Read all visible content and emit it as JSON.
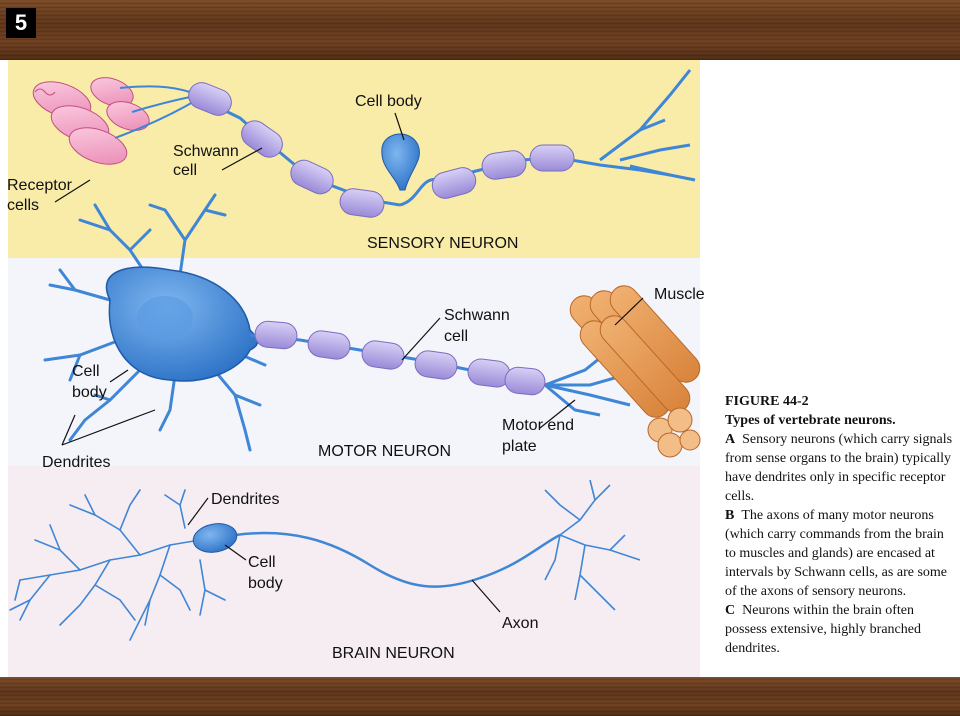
{
  "slide_number": "5",
  "labels": {
    "receptor_cells": [
      "Receptor",
      "cells"
    ],
    "schwann_cell_sensory": [
      "Schwann",
      "cell"
    ],
    "cell_body_sensory": "Cell body",
    "sensory_neuron": "SENSORY NEURON",
    "muscle": "Muscle",
    "schwann_cell_motor": [
      "Schwann",
      "cell"
    ],
    "cell_body_motor": [
      "Cell",
      "body"
    ],
    "dendrites_motor": "Dendrites",
    "motor_neuron": "MOTOR NEURON",
    "motor_end_plate": [
      "Motor end",
      "plate"
    ],
    "dendrites_brain": "Dendrites",
    "cell_body_brain": [
      "Cell",
      "body"
    ],
    "axon": "Axon",
    "brain_neuron": "BRAIN NEURON"
  },
  "caption": {
    "title": "FIGURE 44-2",
    "subtitle": "Types of vertebrate neurons.",
    "a_letter": "A",
    "a_text": "Sensory neurons (which carry signals from sense organs to the brain) typically have dendrites only in specific receptor cells.",
    "b_letter": "B",
    "b_text": "The axons of many motor neurons (which carry commands from the brain to muscles and glands) are encased at intervals by Schwann cells, as are some of the axons of sensory neurons.",
    "c_letter": "C",
    "c_text": "Neurons within the brain often possess extensive, highly branched dendrites."
  },
  "colors": {
    "wood": "#6e3f1f",
    "sensory_bg": "#f8eca8",
    "motor_bg": "#f3f5fb",
    "brain_bg": "#f6edf2",
    "neuron_blue": "#3f86d6",
    "schwann_purple": "#b7a9e6",
    "receptor_pink": "#f2a6c8",
    "muscle_orange": "#e8a25a"
  }
}
